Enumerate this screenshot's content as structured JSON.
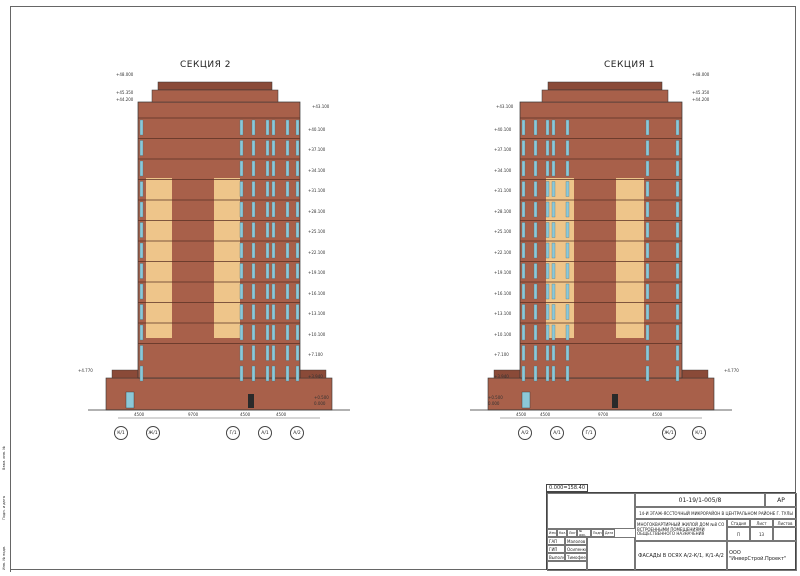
{
  "sections": [
    {
      "title": "СЕКЦИЯ 2",
      "top_marks": [
        "+48.000",
        "+45.350",
        "+44.200",
        "+43.100"
      ],
      "levels": [
        "+40.100",
        "+37.100",
        "+34.100",
        "+31.100",
        "+28.100",
        "+25.100",
        "+22.100",
        "+19.100",
        "+16.100",
        "+13.100",
        "+10.100",
        "+7.100",
        "+4.770",
        "+3.940",
        "+0.500",
        "0.000"
      ],
      "dims": [
        "4500",
        "9700",
        "4500",
        "4500"
      ],
      "axes": [
        "К/1",
        "Ж/1",
        "Г/1",
        "А/1",
        "А/2"
      ]
    },
    {
      "title": "СЕКЦИЯ 1",
      "top_marks": [
        "+48.000",
        "+45.350",
        "+44.200",
        "+43.100"
      ],
      "levels": [
        "+40.100",
        "+37.100",
        "+34.100",
        "+31.100",
        "+28.100",
        "+25.100",
        "+22.100",
        "+19.100",
        "+16.100",
        "+13.100",
        "+10.100",
        "+7.100",
        "+4.770",
        "+3.940",
        "+0.500",
        "0.000"
      ],
      "dims": [
        "4500",
        "4500",
        "9700",
        "4500"
      ],
      "axes": [
        "А/2",
        "А/1",
        "Г/1",
        "Ж/1",
        "К/1"
      ]
    }
  ],
  "title_block": {
    "scale_stamp": "0.000=158.40",
    "code": "01-19/1-005/8",
    "mark": "АР",
    "object": "14-И ЭТАЖ-ЯССТОЧНЫЙ МИКРОРАЙОН В ЦЕНТРАЛЬНОМ РАЙОНЕ Г. ТУЛЫ",
    "building": "МНОГОКВАРТИРНЫЙ ЖИЛОЙ ДОМ №8 СО ВСТРОЕННЫМИ ПОМЕЩЕНИЯМИ ОБЩЕСТВЕННОГО НАЗНАЧЕНИЯ",
    "sheet_title": "ФАСАДЫ В ОСЯХ А/2-К/1, К/1-А/2",
    "stage_h": "Стадия",
    "sheet_h": "Лист",
    "sheets_h": "Листов",
    "stage": "П",
    "sheet": "13",
    "company": "ООО \"ИнверСтрой.Проект\"",
    "rev_headers": [
      "Изм.",
      "Кол.уч",
      "Лист",
      "№ док.",
      "Подп.",
      "Дата"
    ],
    "roles": [
      "ГАП",
      "ГИП",
      "Выполнил"
    ],
    "names": [
      "Малолов",
      "Осипенко",
      "Тимофеев"
    ]
  },
  "side_stamps": [
    "Инв. № подл.",
    "Подп. и дата",
    "Взам. инв. №"
  ],
  "colors": {
    "brick": "#a8604a",
    "brick_dark": "#8a4a38",
    "accent": "#eec58a",
    "glass": "#8cc8d8",
    "line": "#333333"
  }
}
